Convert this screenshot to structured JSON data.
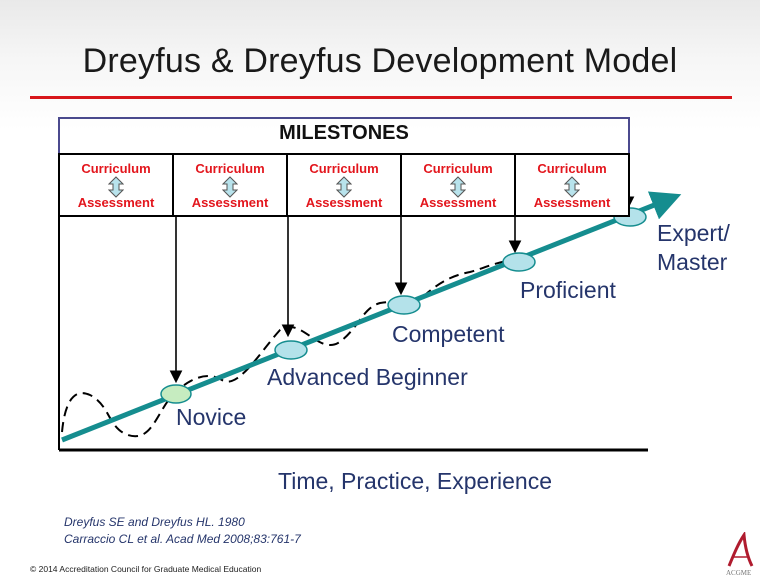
{
  "title": "Dreyfus & Dreyfus Development Model",
  "milestones_label": "MILESTONES",
  "phases": [
    {
      "top": "Curriculum",
      "bottom": "Assessment"
    },
    {
      "top": "Curriculum",
      "bottom": "Assessment"
    },
    {
      "top": "Curriculum",
      "bottom": "Assessment"
    },
    {
      "top": "Curriculum",
      "bottom": "Assessment"
    },
    {
      "top": "Curriculum",
      "bottom": "Assessment"
    }
  ],
  "stages": {
    "novice": "Novice",
    "advanced_beginner": "Advanced Beginner",
    "competent": "Competent",
    "proficient": "Proficient",
    "expert": "Expert/",
    "master": "Master"
  },
  "x_axis_label": "Time, Practice, Experience",
  "references": [
    "Dreyfus SE and Dreyfus HL. 1980",
    "Carraccio CL et al. Acad Med 2008;83:761-7"
  ],
  "copyright": "© 2014 Accreditation Council for Graduate Medical Education",
  "logo_text": "ACGME",
  "colors": {
    "title_rule": "#d8161b",
    "phase_text": "#e3161d",
    "trend_line": "#158d8f",
    "node_fill": "#b4e2ea",
    "label_text": "#25356b"
  }
}
